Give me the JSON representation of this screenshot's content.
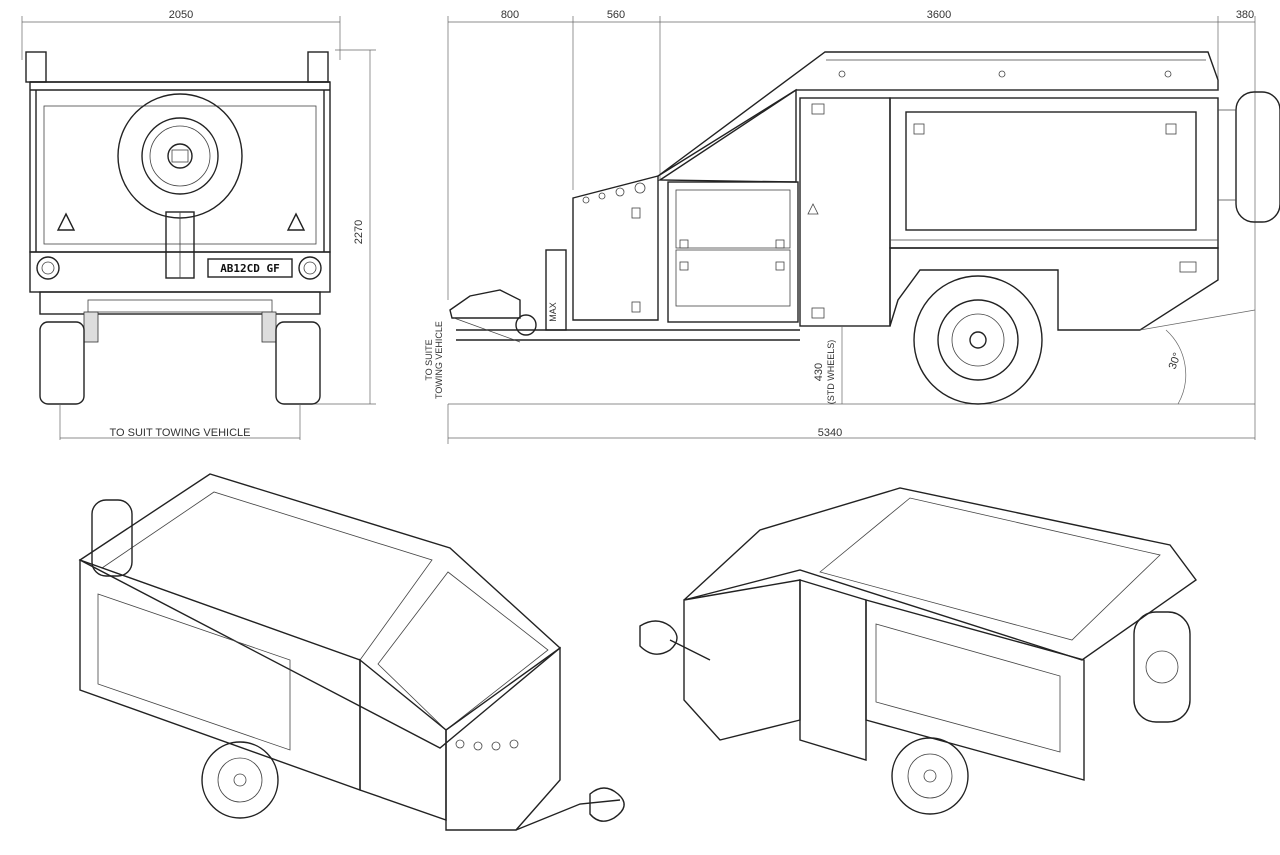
{
  "drawing": {
    "rear_view": {
      "width_dim": "2050",
      "height_dim": "2270",
      "track_label": "TO SUIT TOWING VEHICLE",
      "plate_text": "AB12CD GF"
    },
    "side_view": {
      "dims_top": [
        "800",
        "560",
        "3600",
        "380"
      ],
      "overall_length": "5340",
      "hitch_label_line1": "TO SUITE",
      "hitch_label_line2": "TOWING VEHICLE",
      "clearance_value": "430",
      "clearance_note": "(STD WHEELS)",
      "departure_angle": "30°",
      "winch_label": "MAX"
    }
  }
}
